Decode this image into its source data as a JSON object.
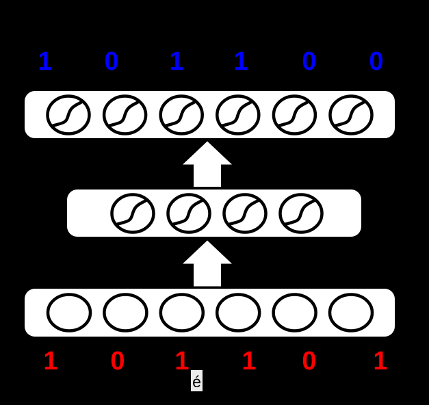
{
  "colors": {
    "background": "#000000",
    "layer_fill": "#ffffff",
    "node_stroke": "#000000",
    "arrow_fill": "#ffffff",
    "output_bits_color": "#0000ff",
    "input_bits_color": "#ff0000",
    "caption_bg": "#ebebeb",
    "caption_text_color": "#000000"
  },
  "diagram": {
    "type": "autoencoder-neural-network",
    "output_bits": [
      "1",
      "0",
      "1",
      "1",
      "0",
      "0"
    ],
    "input_bits": [
      "1",
      "0",
      "1",
      "1",
      "0",
      "1"
    ],
    "layers": [
      {
        "name": "output-layer",
        "node_count": 6,
        "activation": "sigmoid"
      },
      {
        "name": "hidden-layer",
        "node_count": 4,
        "activation": "sigmoid"
      },
      {
        "name": "input-layer",
        "node_count": 6,
        "activation": "none"
      }
    ],
    "arrows": [
      {
        "name": "decode-arrow",
        "direction": "up"
      },
      {
        "name": "encode-arrow",
        "direction": "up"
      }
    ],
    "caption": "é",
    "icons": {
      "node_activation": "sigmoid-curve-icon",
      "arrow": "block-arrow-up-icon"
    }
  }
}
